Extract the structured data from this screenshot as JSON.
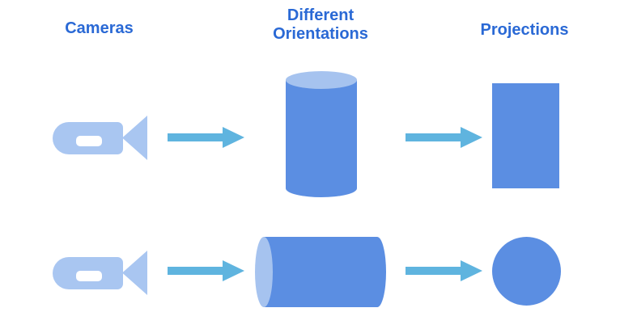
{
  "diagram": {
    "columns": [
      {
        "label": "Cameras"
      },
      {
        "label": "Different Orientations"
      },
      {
        "label": "Projections"
      }
    ],
    "rows": [
      {
        "camera_icon": "video-camera-icon",
        "arrow_icon": "right-arrow-icon",
        "orientation_shape": "vertical-cylinder",
        "projection_shape": "rectangle"
      },
      {
        "camera_icon": "video-camera-icon",
        "arrow_icon": "right-arrow-icon",
        "orientation_shape": "horizontal-cylinder",
        "projection_shape": "circle"
      }
    ]
  },
  "colors": {
    "background": "#ffffff",
    "heading": "#2a69d5",
    "camera": "#a9c6f1",
    "arrow": "#5fb4df",
    "shape": "#5b8ee2",
    "cap": "#a6c3ef",
    "slot": "#ffffff"
  }
}
